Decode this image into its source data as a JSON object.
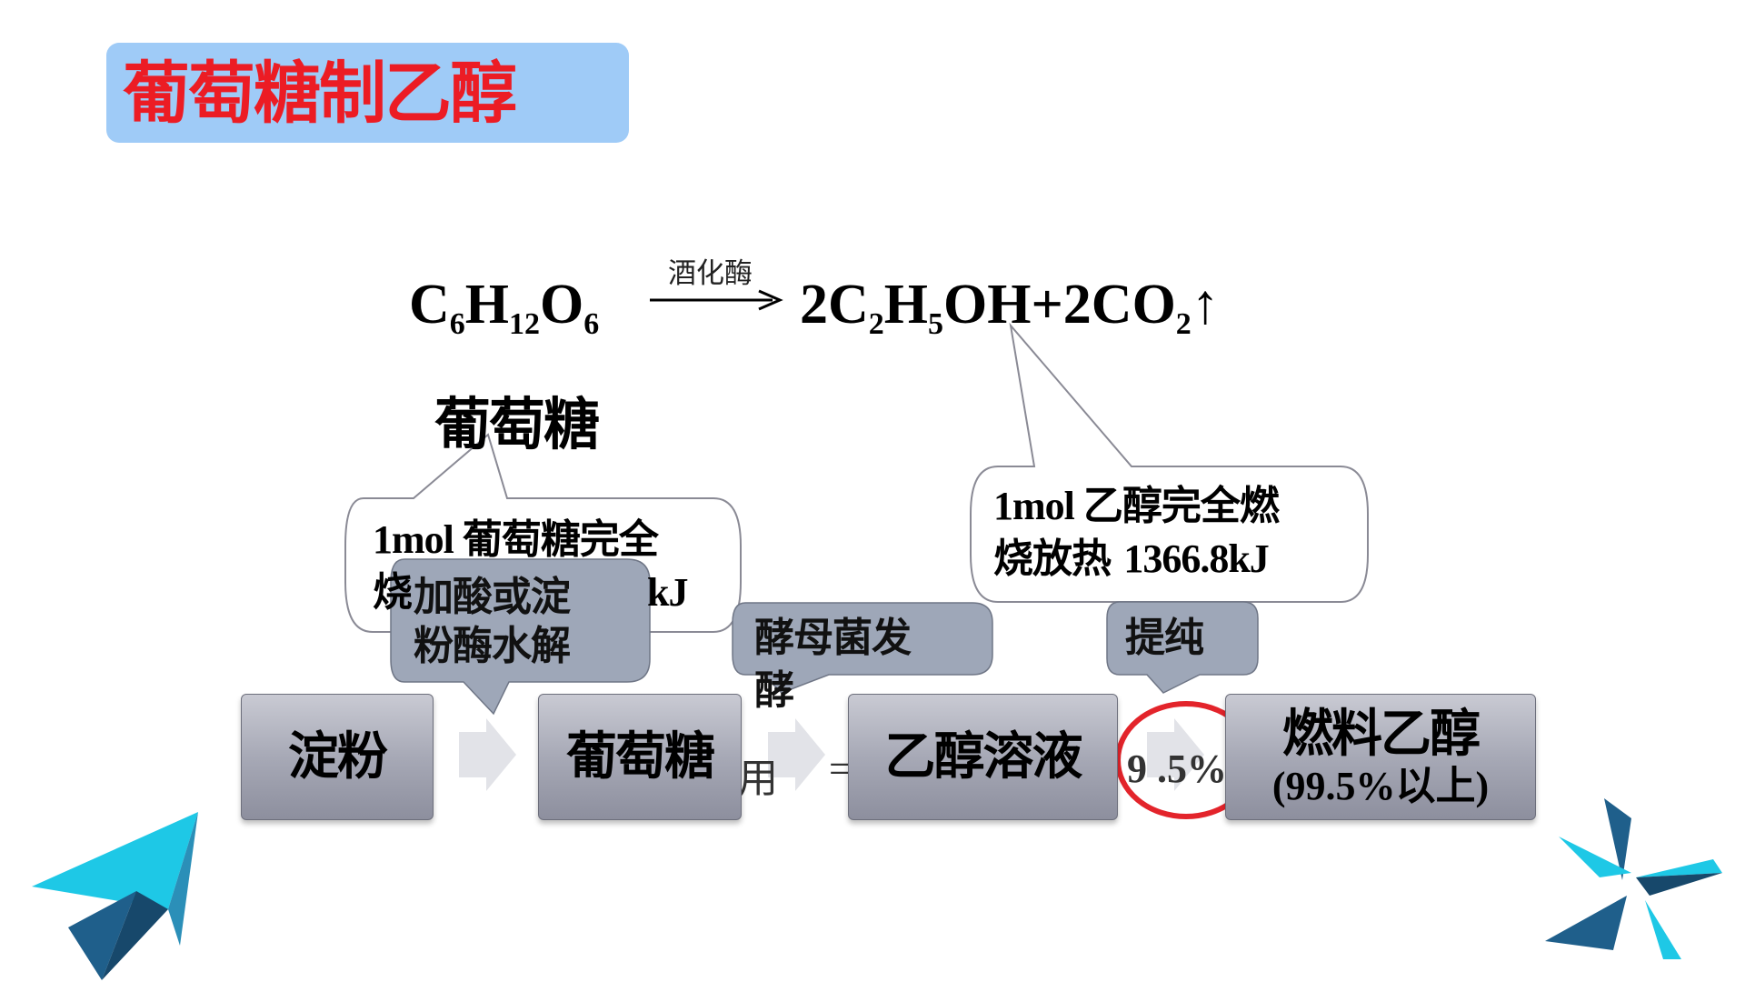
{
  "title": "葡萄糖制乙醇",
  "equation": {
    "reactant": {
      "base": "C",
      "s1": "6",
      "h": "H",
      "s2": "12",
      "o": "O",
      "s3": "6"
    },
    "catalyst": "酒化酶",
    "products": {
      "coef": "2",
      "c": "C",
      "s1": "2",
      "h": "H",
      "s2": "5",
      "oh": "OH+2CO",
      "s3": "2",
      "gas": "↑"
    },
    "reactant_name": "葡萄糖"
  },
  "callouts": {
    "glucose_line1_num": "1mol ",
    "glucose_line1": "葡萄糖完全",
    "glucose_line2_start": "烧",
    "glucose_line2_end": "kJ",
    "ethanol_line1_num": "1mol ",
    "ethanol_line1": "乙醇完全燃",
    "ethanol_line2": "烧放热 ",
    "ethanol_line2_num": "1366.8kJ"
  },
  "process": {
    "hydrolysis_line1": "加酸或淀",
    "hydrolysis_line2": "粉酶水解",
    "fermentation_line1": "酵母菌发",
    "fermentation_line2": "酵",
    "purification": "提纯",
    "steps": [
      "淀粉",
      "葡萄糖",
      "乙醇溶液"
    ],
    "final_step": "燃料乙醇",
    "final_step_sub": "(99.5%以上)",
    "hidden_text_1": "用",
    "hidden_text_2": "=",
    "hidden_text_3": "9 .5%"
  },
  "colors": {
    "title_bg": "#9fcbf7",
    "title_text": "#ec1c24",
    "step_box": "#a7a9b6",
    "dark_bubble": "#9ea7b8",
    "red_oval": "#e3242b",
    "decor_blue_dark": "#1f5f8b",
    "decor_cyan": "#1ec8e6"
  }
}
